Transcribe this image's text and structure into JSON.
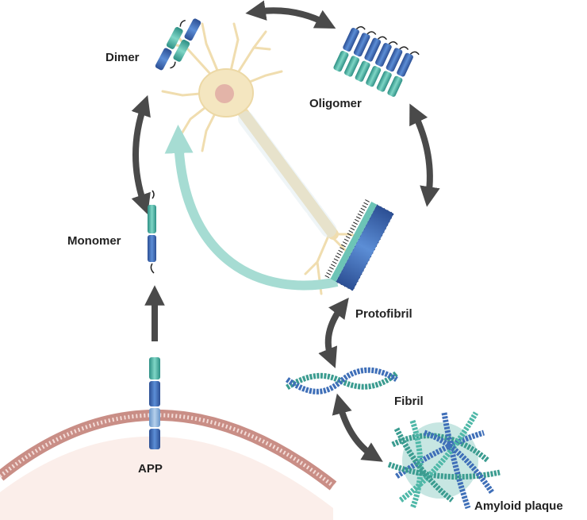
{
  "labels": {
    "dimer": "Dimer",
    "oligomer": "Oligomer",
    "monomer": "Monomer",
    "protofibril": "Protofibril",
    "fibril": "Fibril",
    "app": "APP",
    "plaque": "Amyloid plaque"
  },
  "colors": {
    "arrow": "#4a4a4a",
    "teal_arrow": "#a6dcd3",
    "peptide_blue": "#3f6fb8",
    "peptide_teal": "#4fb8a8",
    "neuron": "#f4e6c0",
    "membrane": "#c98e86"
  }
}
